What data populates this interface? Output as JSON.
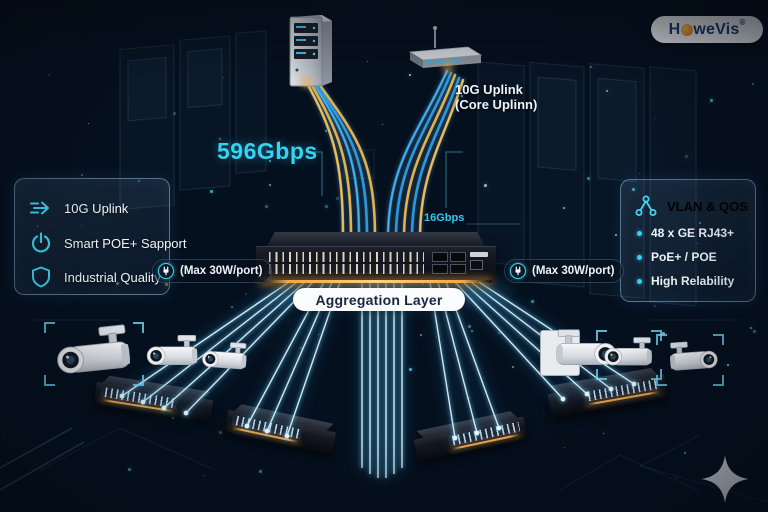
{
  "logo": {
    "part1": "H",
    "part2": "weVis",
    "reg": "®",
    "o_icon": "sun-dot-icon"
  },
  "labels": {
    "bandwidth": "596Gbps",
    "uplink_line1": "10G Uplink",
    "uplink_line2": "(Core Uplinn)",
    "link_speed": "16Gbps",
    "aggregation": "Aggregation Layer",
    "max_power_left": "(Max 30W/port)",
    "max_power_right": "(Max 30W/port)"
  },
  "left_panel": {
    "items": [
      {
        "icon": "speed-arrows-icon",
        "label": "10G Uplink"
      },
      {
        "icon": "power-icon",
        "label": "Smart POE+ Sapport"
      },
      {
        "icon": "shield-icon",
        "label": "Industrial Quality"
      }
    ]
  },
  "right_panel": {
    "title": "VLAN & QOS",
    "title_icon": "network-nodes-icon",
    "bullets": [
      "48 x GE RJ43+",
      "PoE+ / POE",
      "High Relability"
    ]
  },
  "power_icon": "plug-icon",
  "colors": {
    "accent_cyan": "#3fd6f2",
    "cable_gold": "#e0b14d",
    "cable_blue": "#2a9ade",
    "beam": "#d9f4ff",
    "orange_glow": "#f2a94e",
    "logo_navy": "#1c3c6e",
    "logo_orange": "#f59b20",
    "pill_white": "#fbfcfd"
  }
}
